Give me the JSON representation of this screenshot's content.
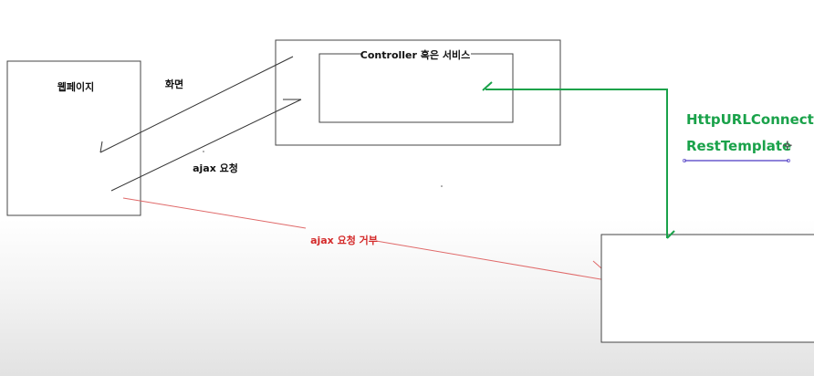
{
  "diagram": {
    "webpage_label": "웹페이지",
    "response_label": "화면",
    "ajax_request_label": "ajax 요청",
    "server_label": "Controller 혹은 서비스",
    "rejected_label": "ajax 요청 거부",
    "http_client_label": "HttpURLConnectio",
    "rest_template_label": "RestTemplate",
    "cursor_glyph": "✛"
  },
  "colors": {
    "box_stroke": "#444444",
    "red_arrow": "#e06a6a",
    "green_arrow": "#1aa24a",
    "underline": "#6a5acd"
  }
}
